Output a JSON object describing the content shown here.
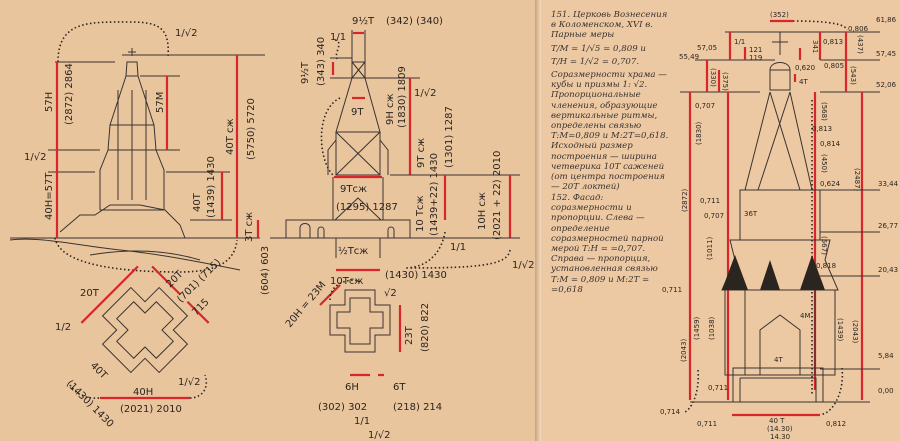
{
  "left_page": {
    "elevation": {
      "labels": {
        "one_over_root2_top": "1/√2",
        "h57": "57H",
        "h57_values": "(2872) 2864",
        "m57": "57M",
        "t40sg": "40T сж",
        "t40sg_values": "(5750) 5720",
        "one_over_root2_left": "1/√2",
        "h40_t57": "40H=57T",
        "t40": "40T",
        "t40_values": "(1439) 1430",
        "t3sg": "3T сж",
        "values_604": "(604) 603"
      }
    },
    "section": {
      "labels": {
        "top_width": "9½T",
        "top_width_values": "(342) (340)",
        "one_over_one_top": "1/1",
        "left_95t": "9½T",
        "left_95t_values": "(343) 340",
        "t9": "9T",
        "h9sg": "9H сж",
        "h9sg_values": "(1830) 1809",
        "one_over_root2_mid": "1/√2",
        "t9sg": "9T сж",
        "t9sg_values": "(1301) 1287",
        "t9sg_inner": "9Tсж",
        "values_1295": "(1295) 1287",
        "t10sg": "10 Tсж",
        "t10sg_values": "(1439+22) 1430",
        "h10sg": "10H сж",
        "h10sg_values": "(2021 + 22) 2010",
        "half_tsg": "½Tсж",
        "one_over_one_bottom": "1/1",
        "one_over_root2_bottom": "1/√2",
        "t10sg_base": "10Tсж",
        "t10sg_base_values": "(1430) 1430"
      }
    },
    "plan_left": {
      "labels": {
        "t20_left": "20T",
        "t20_right": "20T",
        "values_701_715": "(701) (715)",
        "values_715": "715",
        "half": "1/2",
        "values_1430": "(1430) 1430",
        "t40_diag": "40T",
        "h40": "40H",
        "h40_values": "(2021) 2010",
        "one_over_root2": "1/√2"
      }
    },
    "plan_right": {
      "labels": {
        "h20_m23": "20H = 23M",
        "root2": "√2",
        "t23": "23T",
        "t23_values": "(820) 822",
        "h6": "6H",
        "h6_values": "(302) 302",
        "t6": "6T",
        "t6_values": "(218) 214",
        "one_over_one": "1/1",
        "one_over_root2": "1/√2"
      }
    }
  },
  "right_page": {
    "caption_151": {
      "title": "151. Церковь Вознесения в Коломенском, XVI в. Парные меры",
      "formula1": "T/M = 1/√5 = 0,809 и",
      "formula2": "T/H = 1/√2 = 0,707.",
      "body": "Соразмерности храма — кубы и призмы 1: √2. Пропорциональные членения, образующие вертикальные ритмы, определены связью T:M=0,809 и M:2T=0,618. Исходный размер построения — ширина четверика 10T саженей (от центра построения — 20T локтей)"
    },
    "caption_152": {
      "text": "152. Фасад: соразмерности и пропорции. Слева — определение соразмерностей парной мерой T:H = =0,707. Справа — пропорция, установленная связью T:M = 0,809 и M:2T = =0,618"
    },
    "facade": {
      "labels": {
        "w352": "(352)",
        "r0806": "0,806",
        "lv6186": "61,86",
        "lv5705": "57,05",
        "lv5745": "57,45",
        "lv5549": "55,49",
        "lv5206": "52,06",
        "lv3344": "33,44",
        "lv2677": "26,77",
        "lv2043": "20,43",
        "lv584": "5,84",
        "lv000": "0,00",
        "one_one": "1/1",
        "v121": "121",
        "v119": "119",
        "v341": "341",
        "v0813": "0,813",
        "v0620": "0,620",
        "v437": "(437)",
        "v0805": "0,805",
        "v330": "(330)",
        "v375": "(375)",
        "v543": "(543)",
        "t4": "4T",
        "v0707": "0,707",
        "v568": "(568)",
        "v0813b": "0,813",
        "v0814": "0,814",
        "v1830": "(1830)",
        "v2872": "(2872)",
        "v2487": "(2487)",
        "v450": "(450)",
        "v0624": "0,624",
        "v0711a": "0,711",
        "v0707b": "0,707",
        "t36": "36T",
        "v1011": "(1011)",
        "v567": "(567)",
        "v0818": "0,818",
        "v0711b": "0,711",
        "m4": "4M",
        "v1459": "(1459)",
        "v1038": "(1038)",
        "v1439": "(1439)",
        "v2043a": "(2043)",
        "v2043b": "(2043)",
        "t4b": "4T",
        "v0711c": "0,711",
        "v0714": "0,714",
        "v0711d": "0,711",
        "v0812": "0,812",
        "t40": "40 T",
        "w1430a": "(14.30)",
        "w1430b": "14.30"
      }
    }
  },
  "colors": {
    "paper": "#e9c59e",
    "ink": "#2b2520",
    "red": "#d8262a"
  }
}
